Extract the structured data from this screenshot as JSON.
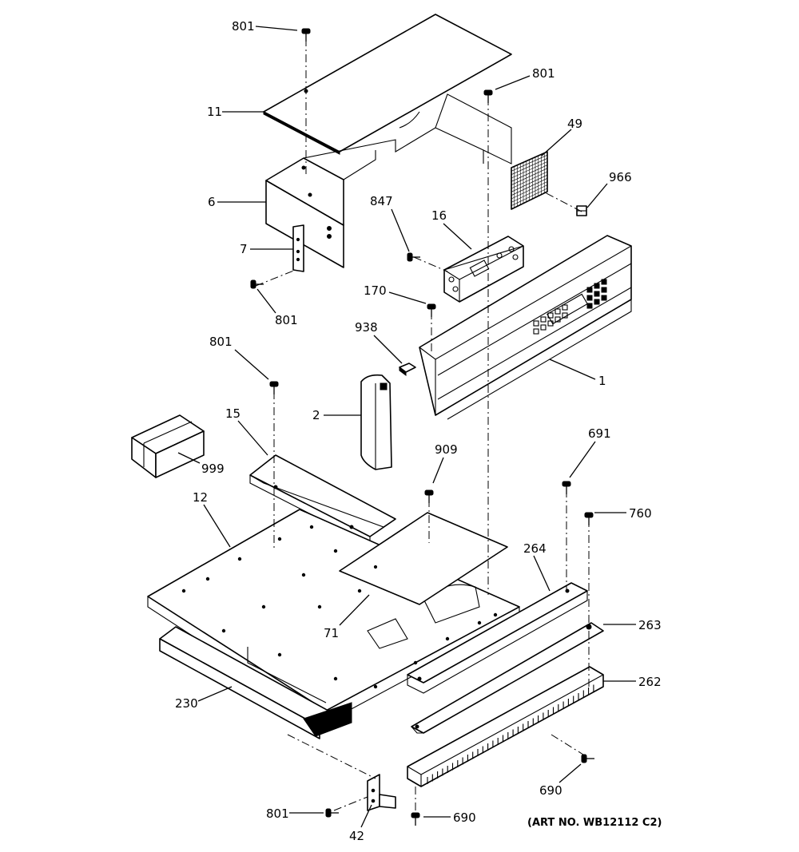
{
  "diagram": {
    "art_number": "(ART NO. WB12112 C2)",
    "callouts": [
      {
        "id": "c01",
        "label": "801",
        "parts": "screw"
      },
      {
        "id": "c02",
        "label": "11",
        "parts": "top-panel"
      },
      {
        "id": "c03",
        "label": "6",
        "parts": "control-panel-bracket"
      },
      {
        "id": "c04",
        "label": "7",
        "parts": "bracket"
      },
      {
        "id": "c05",
        "label": "801",
        "parts": "screw"
      },
      {
        "id": "c06",
        "label": "801",
        "parts": "screw"
      },
      {
        "id": "c07",
        "label": "49",
        "parts": "mesh-filter"
      },
      {
        "id": "c08",
        "label": "966",
        "parts": "clip"
      },
      {
        "id": "c09",
        "label": "847",
        "parts": "screw"
      },
      {
        "id": "c10",
        "label": "16",
        "parts": "control-board"
      },
      {
        "id": "c11",
        "label": "170",
        "parts": "screw"
      },
      {
        "id": "c12",
        "label": "938",
        "parts": "clip"
      },
      {
        "id": "c13",
        "label": "1",
        "parts": "control-panel"
      },
      {
        "id": "c14",
        "label": "801",
        "parts": "screw"
      },
      {
        "id": "c15",
        "label": "2",
        "parts": "endcap"
      },
      {
        "id": "c16",
        "label": "15",
        "parts": "channel"
      },
      {
        "id": "c17",
        "label": "999",
        "parts": "kit-box"
      },
      {
        "id": "c18",
        "label": "909",
        "parts": "screw"
      },
      {
        "id": "c19",
        "label": "691",
        "parts": "screw"
      },
      {
        "id": "c20",
        "label": "760",
        "parts": "screw"
      },
      {
        "id": "c21",
        "label": "12",
        "parts": "cooktop-base"
      },
      {
        "id": "c22",
        "label": "264",
        "parts": "rail"
      },
      {
        "id": "c23",
        "label": "71",
        "parts": "insulation"
      },
      {
        "id": "c24",
        "label": "263",
        "parts": "trim"
      },
      {
        "id": "c25",
        "label": "262",
        "parts": "vent-grille"
      },
      {
        "id": "c26",
        "label": "230",
        "parts": "heat-shield"
      },
      {
        "id": "c27",
        "label": "690",
        "parts": "screw"
      },
      {
        "id": "c28",
        "label": "801",
        "parts": "screw"
      },
      {
        "id": "c29",
        "label": "690",
        "parts": "screw"
      },
      {
        "id": "c30",
        "label": "42",
        "parts": "bracket"
      }
    ]
  }
}
